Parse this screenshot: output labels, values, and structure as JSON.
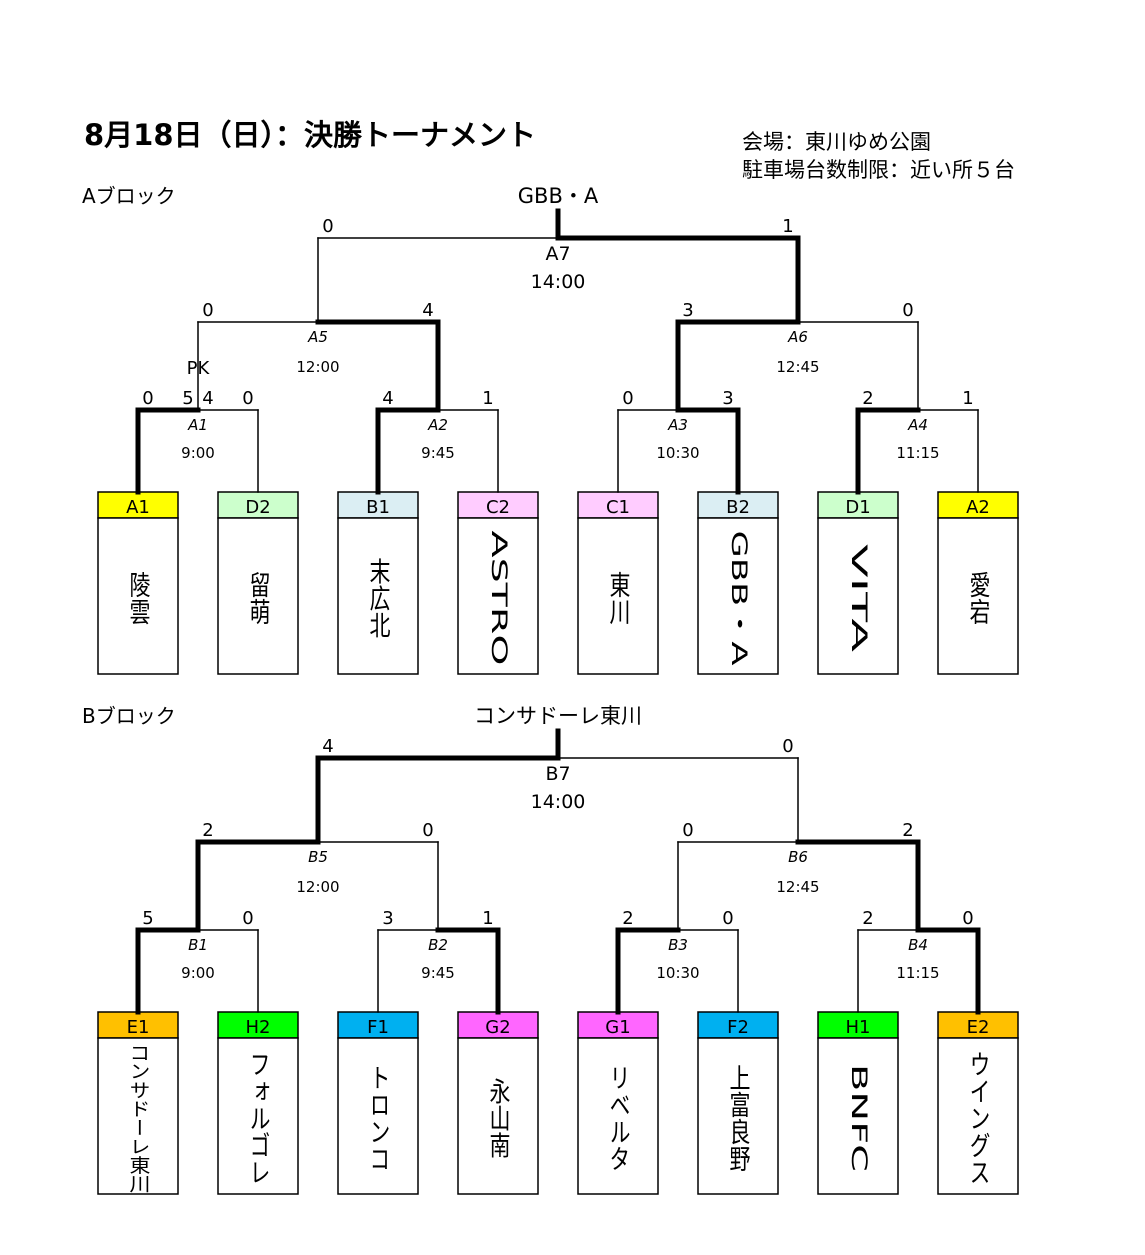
{
  "title": "8月18日（日）：決勝トーナメント",
  "venue": {
    "line1": "会場：東川ゆめ公園",
    "line2": "駐車場台数制限：近い所５台"
  },
  "colors": {
    "yellow": "#ffff00",
    "green_light": "#ccffcc",
    "blue_light": "#dbeef3",
    "pink_light": "#ffccff",
    "orange": "#ffc000",
    "green": "#00ff00",
    "blue": "#00b0f0",
    "magenta": "#ff66ff"
  },
  "blocks": [
    {
      "label": "Aブロック",
      "champion": "GBB・A",
      "final": {
        "id": "A7",
        "time": "14:00",
        "score_left": "0",
        "score_right": "1",
        "winner": "right"
      },
      "semis": [
        {
          "id": "A5",
          "time": "12:00",
          "score_left": "0",
          "score_right": "4",
          "winner": "right",
          "note": "PK"
        },
        {
          "id": "A6",
          "time": "12:45",
          "score_left": "3",
          "score_right": "0",
          "winner": "left",
          "note": ""
        }
      ],
      "first": [
        {
          "id": "A1",
          "time": "9:00",
          "score_left": "0",
          "score_right": "0",
          "pk_left": "5",
          "pk_right": "4",
          "winner": "left"
        },
        {
          "id": "A2",
          "time": "9:45",
          "score_left": "4",
          "score_right": "1",
          "winner": "left"
        },
        {
          "id": "A3",
          "time": "10:30",
          "score_left": "0",
          "score_right": "3",
          "winner": "right"
        },
        {
          "id": "A4",
          "time": "11:15",
          "score_left": "2",
          "score_right": "1",
          "winner": "left"
        }
      ],
      "teams": [
        {
          "seed": "A1",
          "color": "#ffff00",
          "name": "陵雲"
        },
        {
          "seed": "D2",
          "color": "#ccffcc",
          "name": "留萌"
        },
        {
          "seed": "B1",
          "color": "#dbeef3",
          "name": "末広北"
        },
        {
          "seed": "C2",
          "color": "#ffccff",
          "name": "ASTRO"
        },
        {
          "seed": "C1",
          "color": "#ffccff",
          "name": "東川"
        },
        {
          "seed": "B2",
          "color": "#dbeef3",
          "name": "GBB・A"
        },
        {
          "seed": "D1",
          "color": "#ccffcc",
          "name": "VITA"
        },
        {
          "seed": "A2",
          "color": "#ffff00",
          "name": "愛宕"
        }
      ]
    },
    {
      "label": "Bブロック",
      "champion": "コンサドーレ東川",
      "final": {
        "id": "B7",
        "time": "14:00",
        "score_left": "4",
        "score_right": "0",
        "winner": "left"
      },
      "semis": [
        {
          "id": "B5",
          "time": "12:00",
          "score_left": "2",
          "score_right": "0",
          "winner": "left",
          "note": ""
        },
        {
          "id": "B6",
          "time": "12:45",
          "score_left": "0",
          "score_right": "2",
          "winner": "right",
          "note": ""
        }
      ],
      "first": [
        {
          "id": "B1",
          "time": "9:00",
          "score_left": "5",
          "score_right": "0",
          "winner": "left"
        },
        {
          "id": "B2",
          "time": "9:45",
          "score_left": "3",
          "score_right": "1",
          "winner": "right"
        },
        {
          "id": "B3",
          "time": "10:30",
          "score_left": "2",
          "score_right": "0",
          "winner": "left"
        },
        {
          "id": "B4",
          "time": "11:15",
          "score_left": "2",
          "score_right": "0",
          "winner": "right"
        }
      ],
      "teams": [
        {
          "seed": "E1",
          "color": "#ffc000",
          "name": "コンサドーレ東川"
        },
        {
          "seed": "H2",
          "color": "#00ff00",
          "name": "フォルゴレ"
        },
        {
          "seed": "F1",
          "color": "#00b0f0",
          "name": "トロンコ"
        },
        {
          "seed": "G2",
          "color": "#ff66ff",
          "name": "永山南"
        },
        {
          "seed": "G1",
          "color": "#ff66ff",
          "name": "リベルタ"
        },
        {
          "seed": "F2",
          "color": "#00b0f0",
          "name": "上富良野"
        },
        {
          "seed": "H1",
          "color": "#00ff00",
          "name": "BNFC"
        },
        {
          "seed": "E2",
          "color": "#ffc000",
          "name": "ウイングス"
        }
      ]
    }
  ]
}
